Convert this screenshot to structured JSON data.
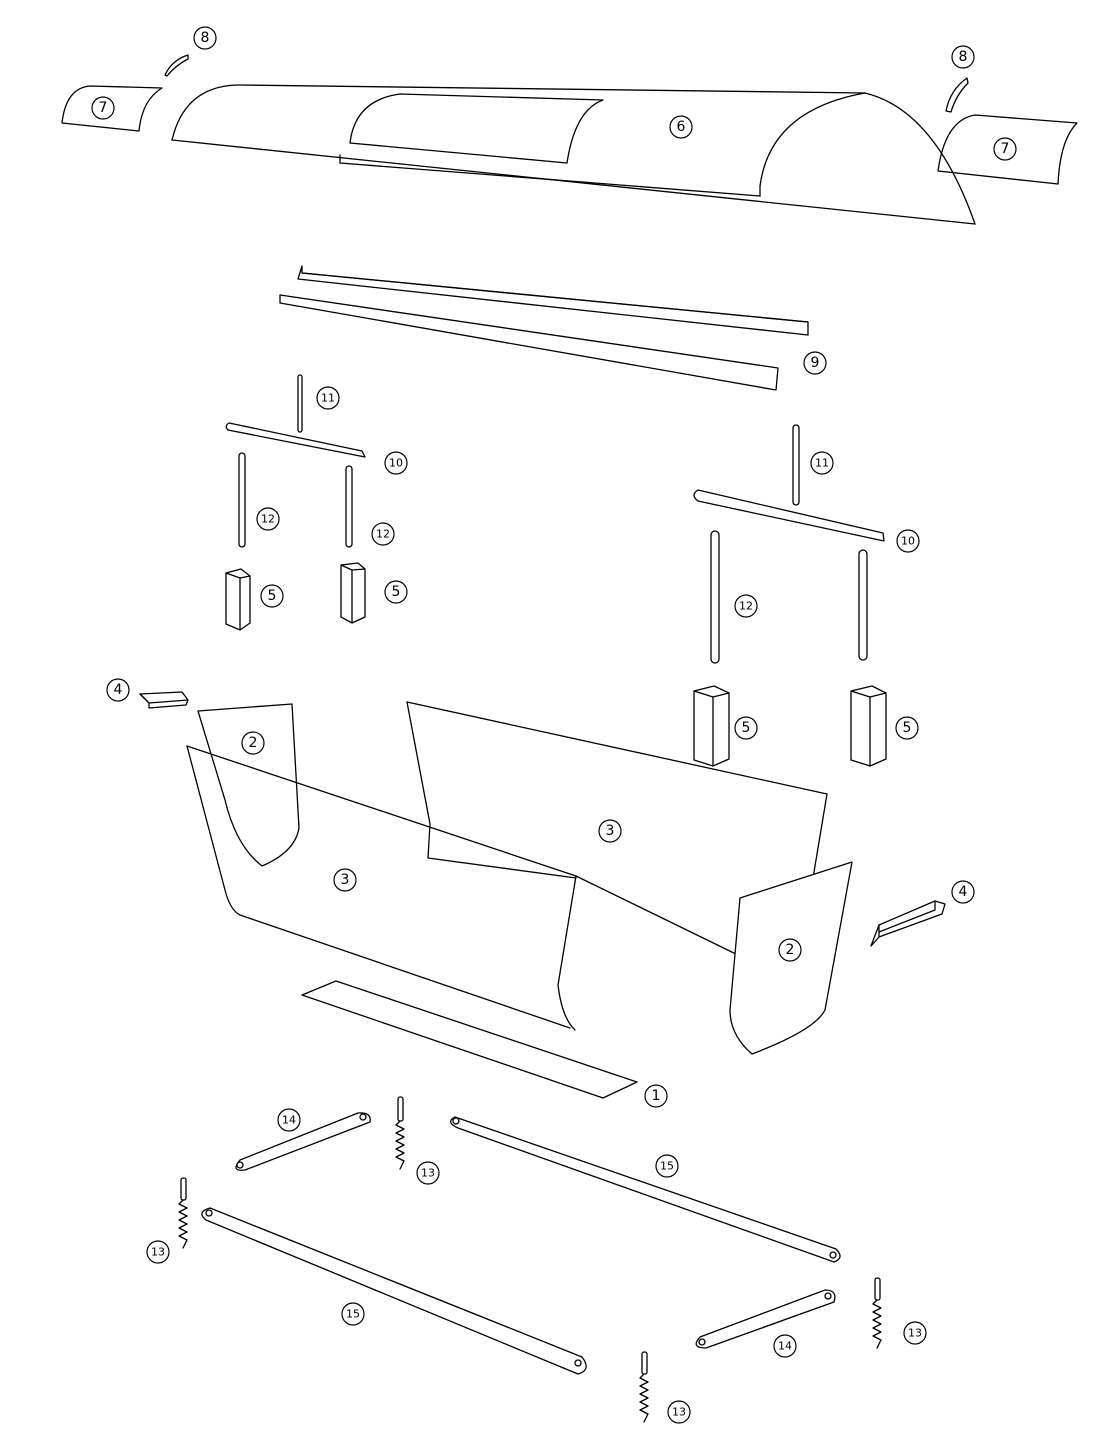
{
  "callouts": {
    "c1": "1",
    "c2a": "2",
    "c2b": "2",
    "c3a": "3",
    "c3b": "3",
    "c4a": "4",
    "c4b": "4",
    "c5a": "5",
    "c5b": "5",
    "c5c": "5",
    "c5d": "5",
    "c6": "6",
    "c7a": "7",
    "c7b": "7",
    "c8a": "8",
    "c8b": "8",
    "c9": "9",
    "c10a": "10",
    "c10b": "10",
    "c11a": "11",
    "c11b": "11",
    "c12a": "12",
    "c12b": "12",
    "c12c": "12",
    "c13a": "13",
    "c13b": "13",
    "c13c": "13",
    "c13d": "13",
    "c14a": "14",
    "c14b": "14",
    "c15a": "15",
    "c15b": "15"
  },
  "colors": {
    "line": "#000000",
    "background": "#ffffff"
  }
}
